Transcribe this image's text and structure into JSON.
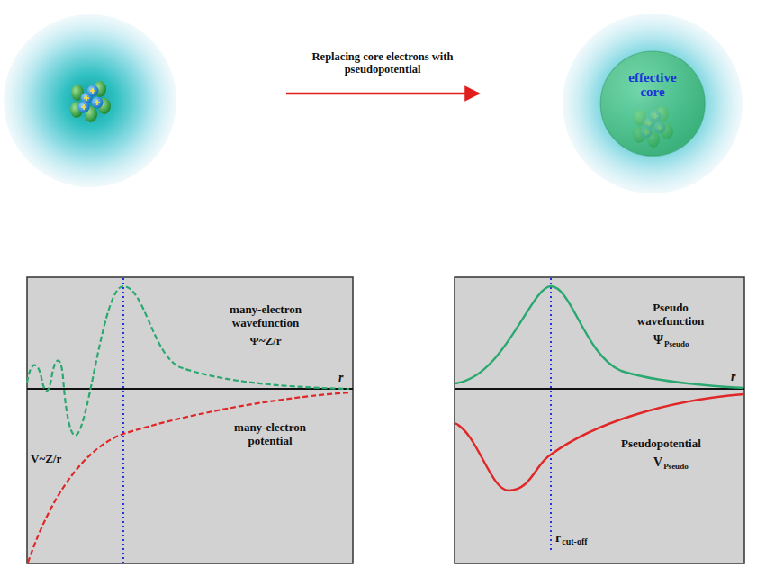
{
  "diagram": {
    "nodes": [
      {
        "text": [
          "effective core"
        ]
      }
    ],
    "edges": [],
    "labels": [
      "Replacing core electrons with pseudopotential",
      "many-electron wavefunction",
      "Ψ~Z/r",
      "r",
      "many-electron potential",
      "V~Z/r",
      "Pseudo wavefunction",
      "Ψ",
      "Pseudo",
      "r",
      "Pseudopotential",
      "V",
      "Pseudo",
      "r",
      "cut-off"
    ]
  }
}
